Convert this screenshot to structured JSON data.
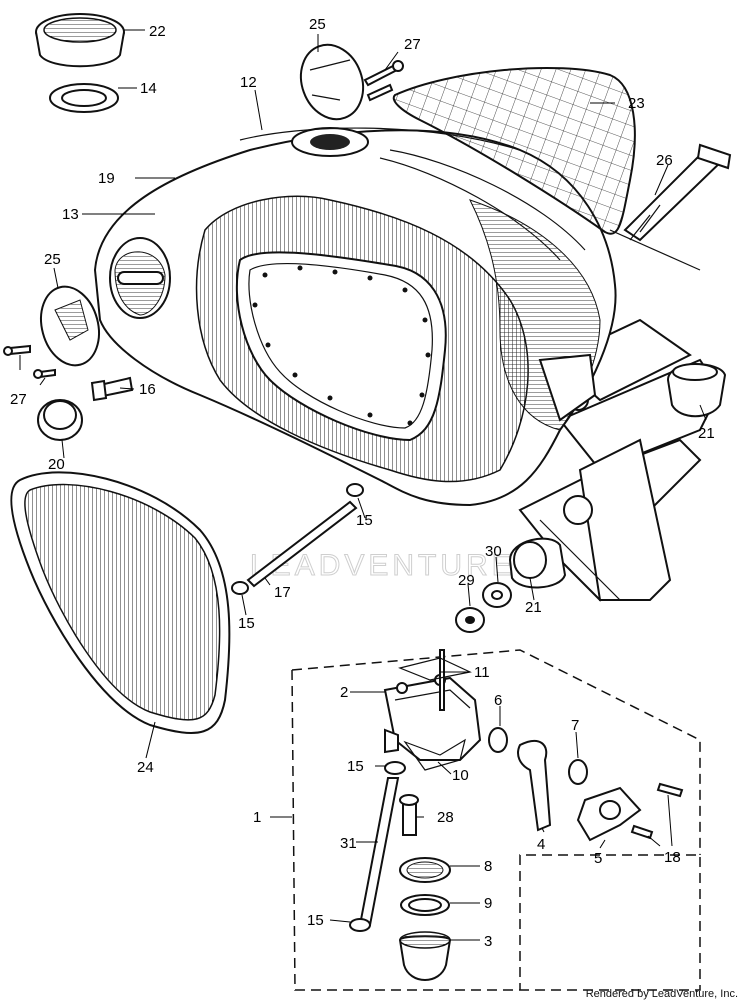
{
  "watermark": "LEADVENTURE",
  "credit": "Rendered by LeadVenture, Inc.",
  "callouts": [
    {
      "id": "22",
      "text": "22"
    },
    {
      "id": "14",
      "text": "14"
    },
    {
      "id": "25a",
      "text": "25"
    },
    {
      "id": "27a",
      "text": "27"
    },
    {
      "id": "12",
      "text": "12"
    },
    {
      "id": "23",
      "text": "23"
    },
    {
      "id": "19",
      "text": "19"
    },
    {
      "id": "13",
      "text": "13"
    },
    {
      "id": "26",
      "text": "26"
    },
    {
      "id": "25b",
      "text": "25"
    },
    {
      "id": "27b",
      "text": "27"
    },
    {
      "id": "16",
      "text": "16"
    },
    {
      "id": "20",
      "text": "20"
    },
    {
      "id": "21a",
      "text": "21"
    },
    {
      "id": "15a",
      "text": "15"
    },
    {
      "id": "30",
      "text": "30"
    },
    {
      "id": "29",
      "text": "29"
    },
    {
      "id": "21b",
      "text": "21"
    },
    {
      "id": "17",
      "text": "17"
    },
    {
      "id": "15b",
      "text": "15"
    },
    {
      "id": "11",
      "text": "11"
    },
    {
      "id": "2",
      "text": "2"
    },
    {
      "id": "6",
      "text": "6"
    },
    {
      "id": "7",
      "text": "7"
    },
    {
      "id": "24",
      "text": "24"
    },
    {
      "id": "15c",
      "text": "15"
    },
    {
      "id": "10",
      "text": "10"
    },
    {
      "id": "1",
      "text": "1"
    },
    {
      "id": "28",
      "text": "28"
    },
    {
      "id": "4",
      "text": "4"
    },
    {
      "id": "5",
      "text": "5"
    },
    {
      "id": "18",
      "text": "18"
    },
    {
      "id": "31",
      "text": "31"
    },
    {
      "id": "8",
      "text": "8"
    },
    {
      "id": "9",
      "text": "9"
    },
    {
      "id": "15d",
      "text": "15"
    },
    {
      "id": "3",
      "text": "3"
    }
  ]
}
